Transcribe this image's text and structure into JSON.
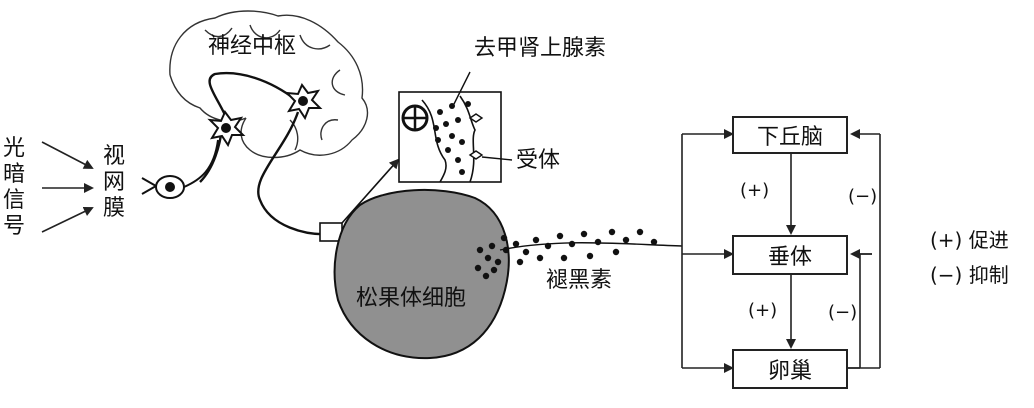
{
  "labels": {
    "light_signal": "光暗信号",
    "retina": "视网膜",
    "nerve_center": "神经中枢",
    "norepinephrine": "去甲肾上腺素",
    "receptor": "受体",
    "pineal_cell": "松果体细胞",
    "melatonin": "褪黑素"
  },
  "boxes": {
    "hypothalamus": "下丘脑",
    "pituitary": "垂体",
    "ovary": "卵巢"
  },
  "signs": {
    "promote": "(+)",
    "inhibit": "(−)"
  },
  "legend": {
    "promote": "(+) 促进",
    "inhibit": "(−) 抑制"
  }
}
